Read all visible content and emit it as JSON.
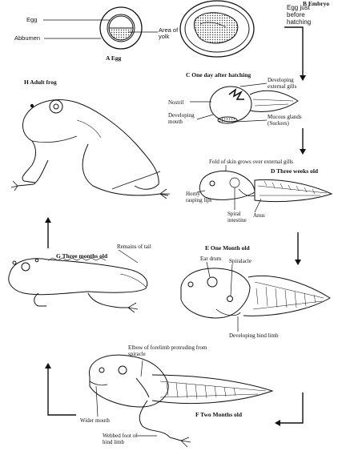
{
  "stages": {
    "egg": "A Egg",
    "embryo": "B Embryo",
    "one_day": "C One day after hatching",
    "three_weeks": "D Three weeks old",
    "one_month": "E One Month old",
    "two_months": "F Two Months old",
    "three_months": "G Three months old",
    "adult": "H Adult frog"
  },
  "labels": {
    "egg": "Egg",
    "albumen": "Abbumen",
    "yolk_area": "Area of yolk",
    "egg_before_hatching": "Egg just before hatching",
    "nostril": "Nostril",
    "developing_mouth": "Developing mouth",
    "developing_gills": "Developing external gills",
    "mucous_glands": "Mucous glands (Suckers)",
    "skin_fold": "Fold of skin grows over external gills",
    "horny_lips": "Horny rasping lips",
    "spiral_intestine": "Spiral intestine",
    "anus": "Anus",
    "ear_drum": "Ear drum",
    "spiralacle": "Spiralacle",
    "developing_hind_limb": "Developing hind limb",
    "remains_of_tail": "Remains of tail",
    "elbow_forelimb": "Elbow of forelimb protruding from spiracle",
    "wider_mouth": "Wider mouth",
    "webbed_foot": "Webbed foot of hind limb"
  }
}
